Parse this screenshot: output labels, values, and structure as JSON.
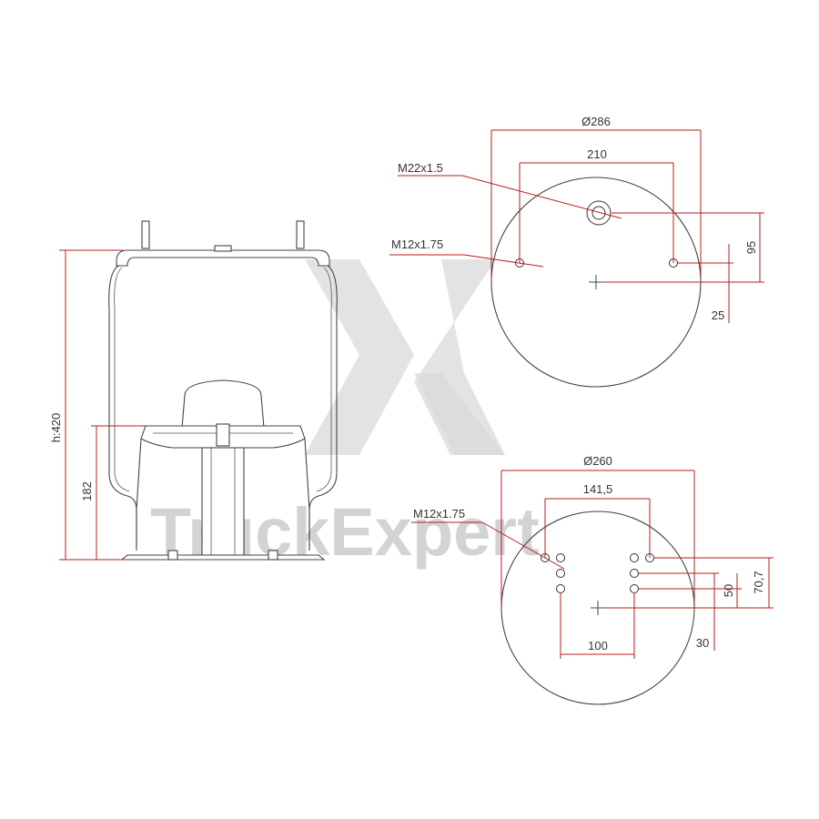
{
  "watermark": {
    "brand": "TruckExpert"
  },
  "side_view": {
    "height_label": "h:420",
    "lower_label": "182"
  },
  "top_plate": {
    "diameter_label": "Ø286",
    "span_label": "210",
    "thread_center_label": "M22x1.5",
    "thread_side_label": "M12x1.75",
    "offset_95": "95",
    "offset_25": "25"
  },
  "bottom_plate": {
    "diameter_label": "Ø260",
    "span_label": "141,5",
    "thread_label": "M12x1.75",
    "span_100": "100",
    "offset_30": "30",
    "offset_50": "50",
    "offset_707": "70,7"
  },
  "colors": {
    "dimension": "#b71c1c",
    "outline": "#444444",
    "watermark": "#d9d9d9"
  }
}
